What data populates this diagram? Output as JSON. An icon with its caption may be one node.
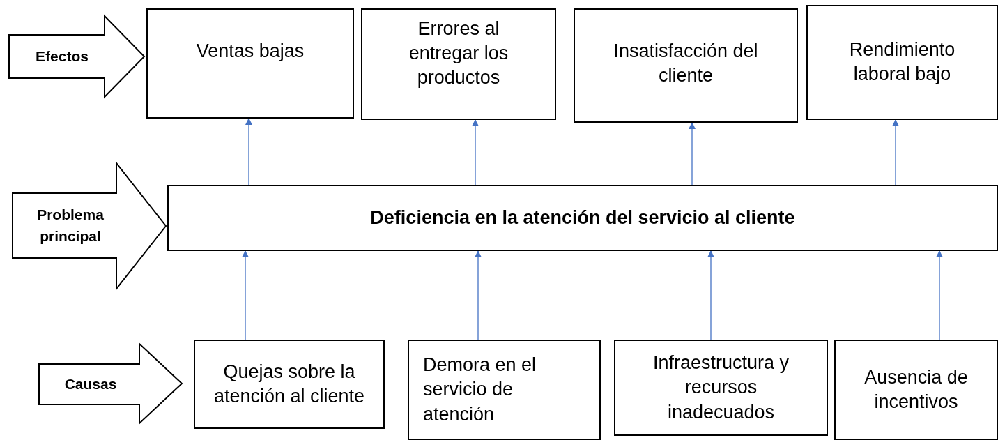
{
  "diagram": {
    "nodes": [
      {
        "text": [
          "Efectos"
        ]
      },
      {
        "text": [
          "Ventas bajas"
        ]
      },
      {
        "text": [
          "Errores al entregar los productos"
        ]
      },
      {
        "text": [
          "Insatisfacción del cliente"
        ]
      },
      {
        "text": [
          "Rendimiento laboral bajo"
        ]
      },
      {
        "text": [
          "Problema principal"
        ]
      },
      {
        "text": [
          "Deficiencia en la atención del servicio al cliente"
        ]
      },
      {
        "text": [
          "Causas"
        ]
      },
      {
        "text": [
          "Quejas sobre la atención al cliente"
        ]
      },
      {
        "text": [
          "Demora en el servicio de atención"
        ]
      },
      {
        "text": [
          "Infraestructura y recursos inadecuados"
        ]
      },
      {
        "text": [
          "Ausencia de incentivos"
        ]
      }
    ],
    "edges": [
      {
        "from": 6,
        "to": 1,
        "arrow": "to"
      },
      {
        "from": 6,
        "to": 2,
        "arrow": "to"
      },
      {
        "from": 6,
        "to": 3,
        "arrow": "to"
      },
      {
        "from": 6,
        "to": 4,
        "arrow": "to"
      },
      {
        "from": 8,
        "to": 6,
        "arrow": "to"
      },
      {
        "from": 9,
        "to": 6,
        "arrow": "to"
      },
      {
        "from": 10,
        "to": 6,
        "arrow": "to"
      },
      {
        "from": 11,
        "to": 6,
        "arrow": "to"
      }
    ]
  }
}
